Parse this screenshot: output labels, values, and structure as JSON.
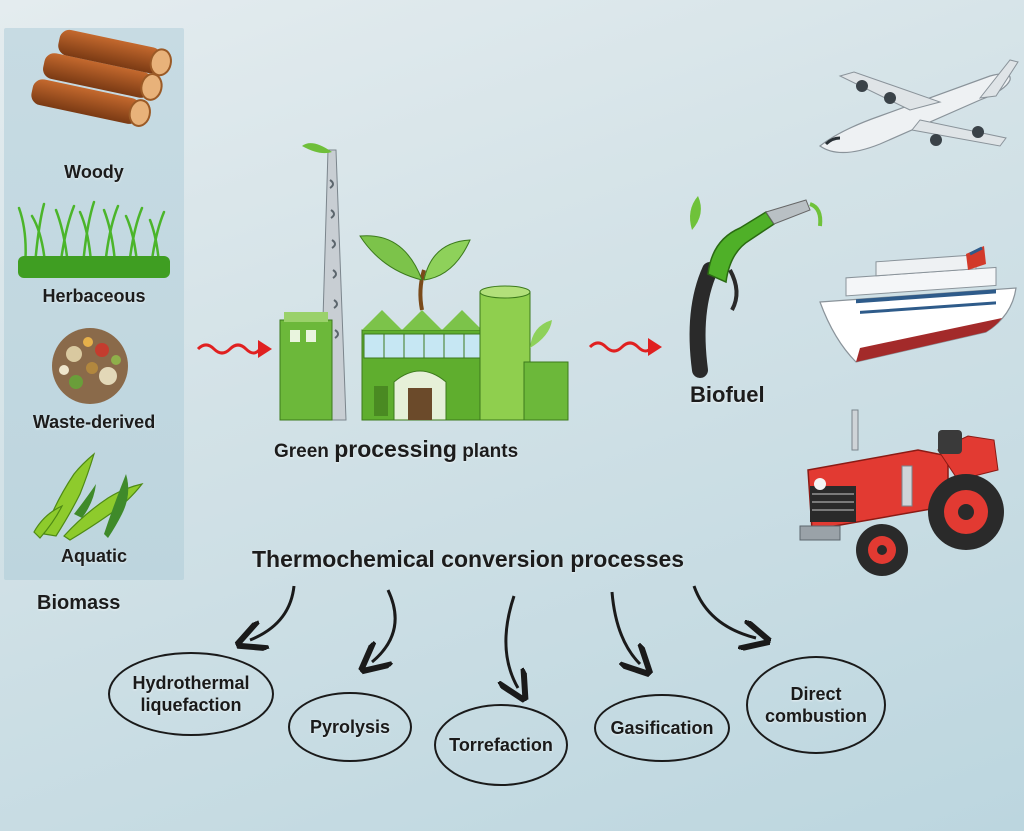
{
  "biomass": {
    "title": "Biomass",
    "items": [
      {
        "label": "Woody"
      },
      {
        "label": "Herbaceous"
      },
      {
        "label": "Waste-derived"
      },
      {
        "label": "Aquatic"
      }
    ]
  },
  "plant": {
    "label_pre": "Green ",
    "label_bold": "processing",
    "label_post": " plants"
  },
  "biofuel": {
    "label": "Biofuel"
  },
  "conversion": {
    "title": "Thermochemical conversion processes",
    "processes": [
      {
        "label_line1": "Hydrothermal",
        "label_line2": "liquefaction"
      },
      {
        "label_line1": "Pyrolysis"
      },
      {
        "label_line1": "Torrefaction"
      },
      {
        "label_line1": "Gasification"
      },
      {
        "label_line1": "Direct",
        "label_line2": "combustion"
      }
    ]
  },
  "colors": {
    "arrow_red": "#e02020",
    "plant_green": "#5fae2e",
    "outline": "#1a1a1a"
  }
}
